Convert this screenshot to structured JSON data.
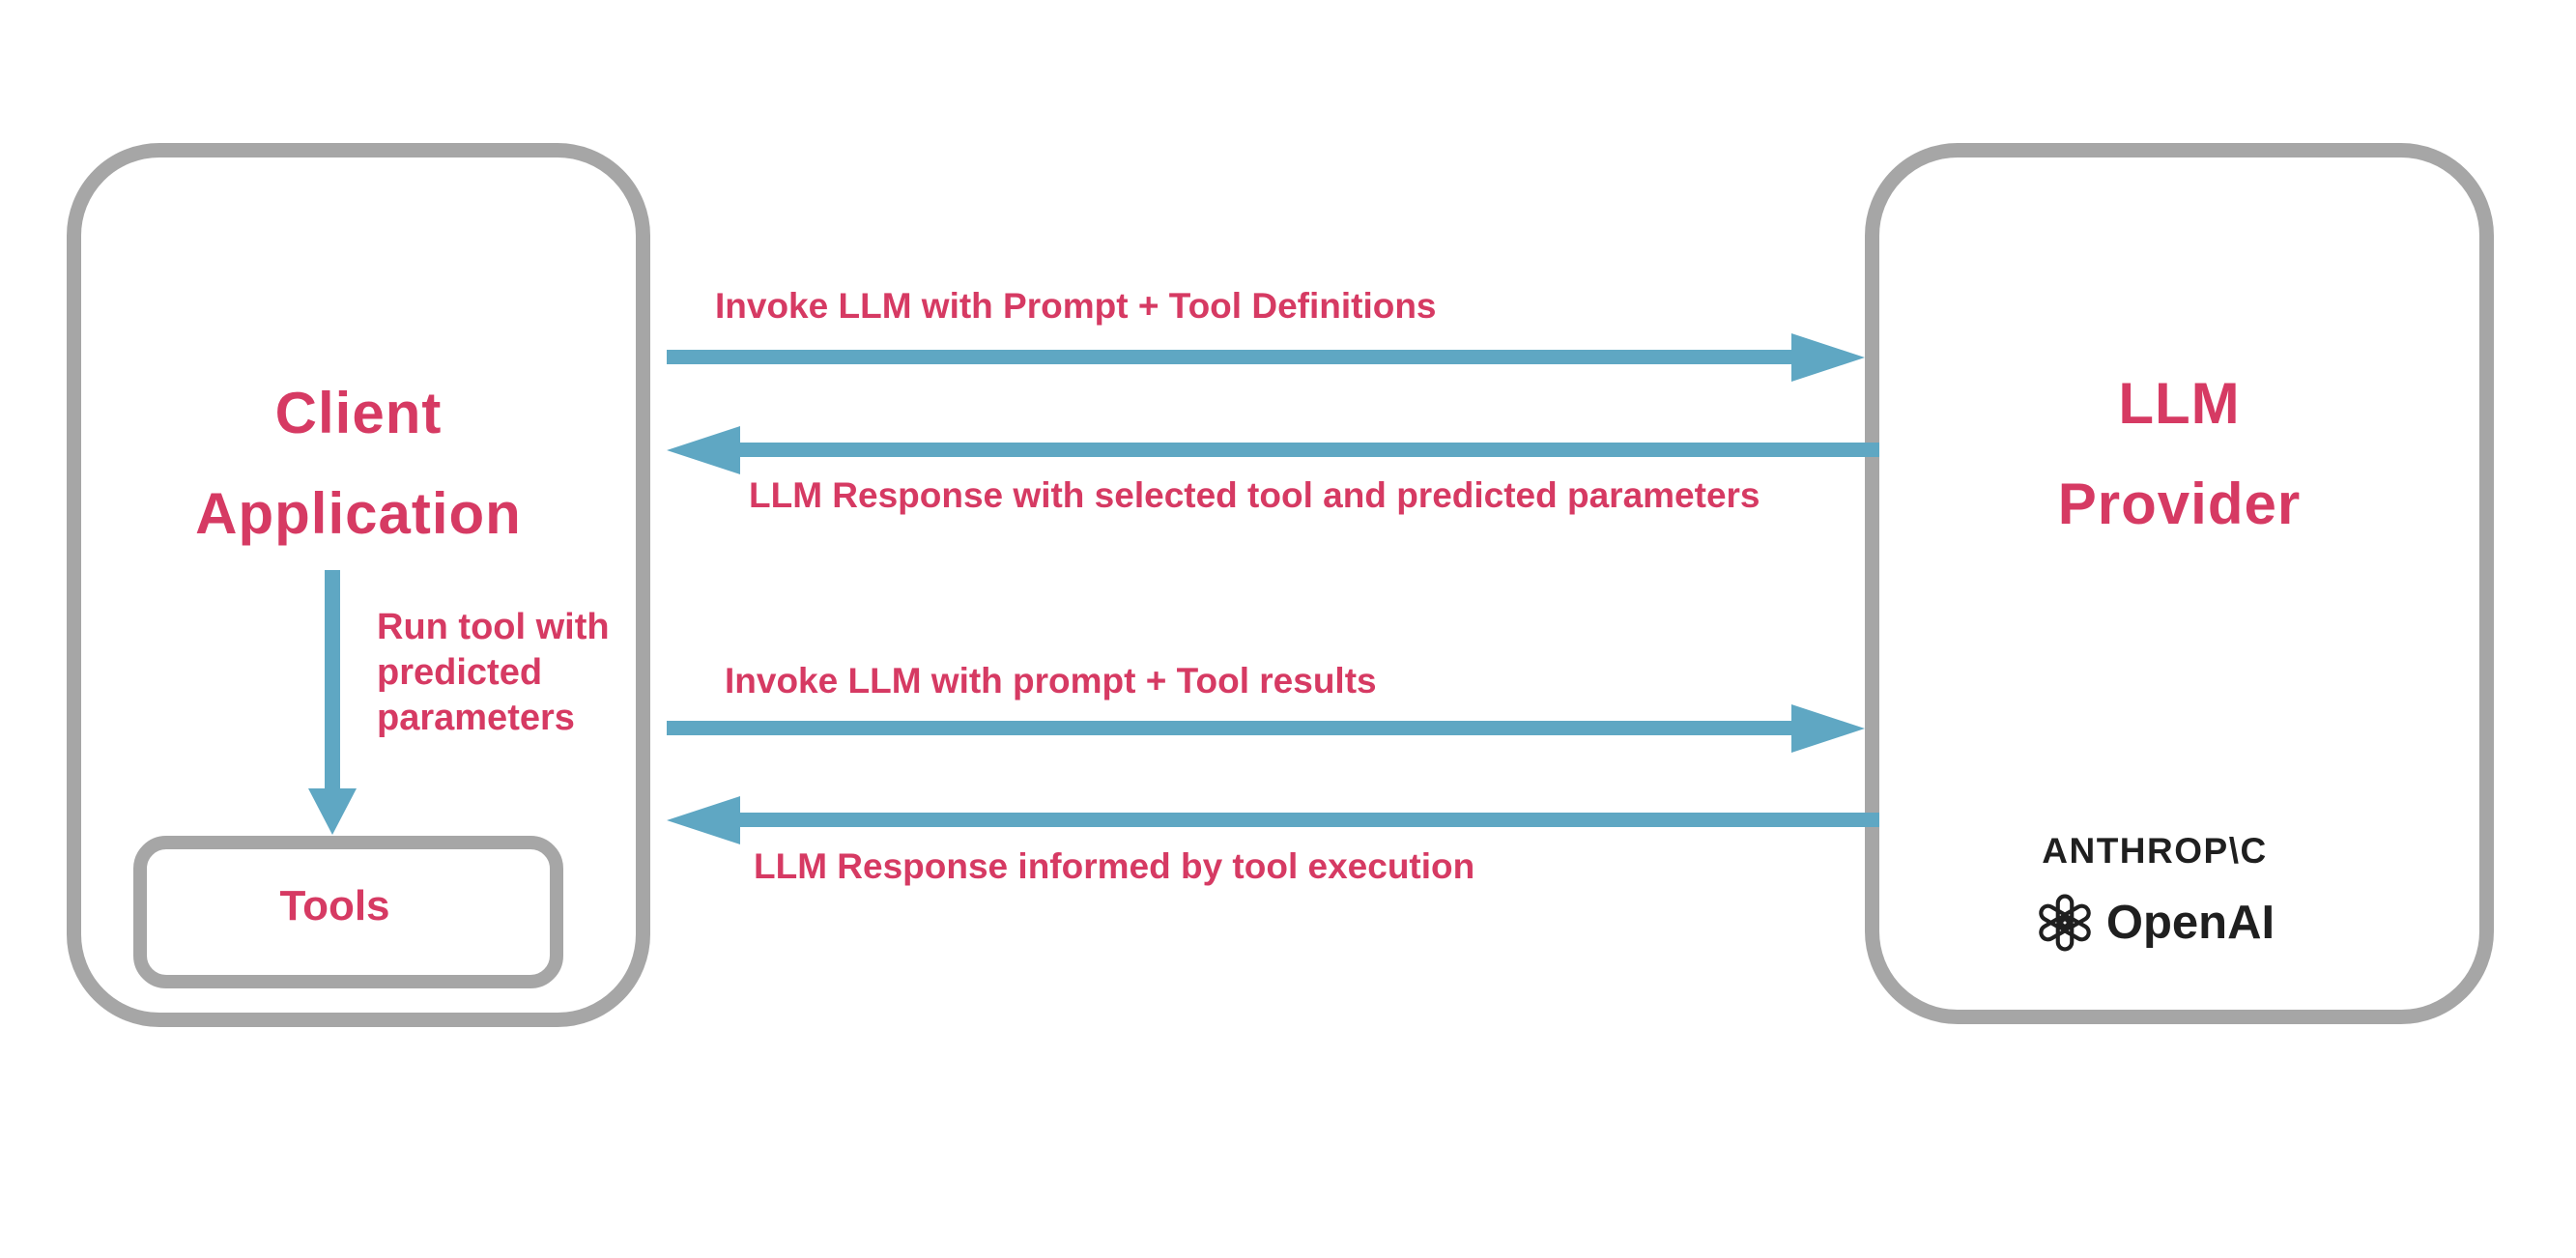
{
  "client_box": {
    "title_lines": [
      "Client",
      "Application"
    ]
  },
  "tools_box": {
    "label": "Tools"
  },
  "llm_box": {
    "title_lines": [
      "LLM",
      "Provider"
    ]
  },
  "run_tool": {
    "lines": [
      "Run tool with",
      "predicted",
      "parameters"
    ]
  },
  "messages": [
    {
      "label": "Invoke LLM with Prompt + Tool Definitions",
      "direction": "right"
    },
    {
      "label": "LLM Response with selected tool and predicted parameters",
      "direction": "left"
    },
    {
      "label": "Invoke LLM with prompt + Tool results",
      "direction": "right"
    },
    {
      "label": "LLM Response informed by tool execution",
      "direction": "left"
    }
  ],
  "providers": {
    "anthropic_label": "ANTHROP\\C",
    "openai_label": "OpenAI"
  },
  "colors": {
    "accent_pink": "#d63a63",
    "arrow_blue": "#5fa7c3",
    "border_gray": "#a6a6a6",
    "logo_black": "#1f1f1f"
  }
}
